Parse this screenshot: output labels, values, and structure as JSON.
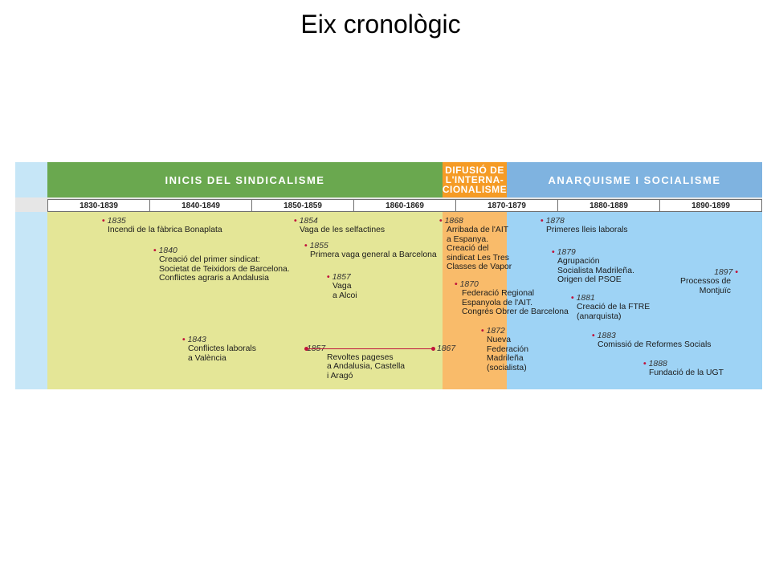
{
  "page": {
    "title": "Eix cronològic"
  },
  "headers": {
    "period1": "INICIS DEL SINDICALISME",
    "period2": "DIFUSIÓ DE\nL'INTERNA-\nCIONALISME",
    "period3": "ANARQUISME I SOCIALISME"
  },
  "colors": {
    "green_header": "#6aa84f",
    "orange_header": "#f59b25",
    "blue_header": "#7fb3e0",
    "green_body": "#e4e697",
    "orange_body": "#f9bb6a",
    "blue_body": "#9ed3f5",
    "accent_dot": "#c0143c"
  },
  "decades": [
    "1830-1839",
    "1840-1849",
    "1850-1859",
    "1860-1869",
    "1870-1879",
    "1880-1889",
    "1890-1899"
  ],
  "events": [
    {
      "year": "1835",
      "text": "Incendi de la fàbrica Bonaplata"
    },
    {
      "year": "1840",
      "text": "Creació del primer sindicat:\nSocietat de Teixidors de Barcelona.\nConflictes agraris a Andalusia"
    },
    {
      "year": "1843",
      "text": "Conflictes laborals\na València"
    },
    {
      "year": "1854",
      "text": "Vaga de les selfactines"
    },
    {
      "year": "1855",
      "text": "Primera vaga general a Barcelona"
    },
    {
      "year": "1857",
      "text": "Vaga\na Alcoi"
    },
    {
      "year_start": "1857",
      "year_end": "1867",
      "text": "Revoltes pageses\na Andalusia, Castella\ni Aragó"
    },
    {
      "year": "1868",
      "text": "Arribada de l'AIT\na Espanya.\nCreació del\nsindicat Les Tres\nClasses de Vapor"
    },
    {
      "year": "1870",
      "text": "Federació Regional\nEspanyola de l'AIT.\nCongrés Obrer de Barcelona"
    },
    {
      "year": "1872",
      "text": "Nueva\nFederación\nMadrileña\n(socialista)"
    },
    {
      "year": "1878",
      "text": "Primeres lleis laborals"
    },
    {
      "year": "1879",
      "text": "Agrupación\nSocialista Madrileña.\nOrigen del PSOE"
    },
    {
      "year": "1881",
      "text": "Creació de la FTRE\n(anarquista)"
    },
    {
      "year": "1883",
      "text": "Comissió de Reformes Socials"
    },
    {
      "year": "1888",
      "text": "Fundació de la UGT"
    },
    {
      "year": "1897",
      "text": "Processos de\nMontjuïc"
    }
  ]
}
